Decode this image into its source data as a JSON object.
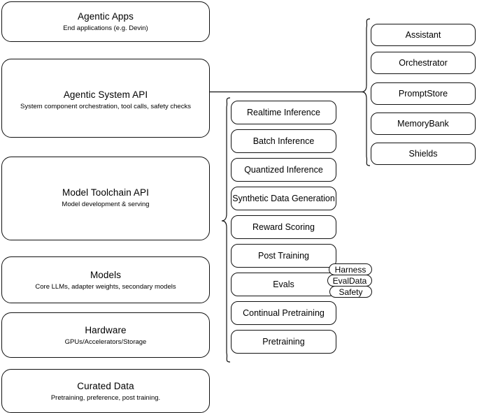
{
  "diagram": {
    "type": "layered-architecture-stack",
    "stroke_color": "#111111",
    "background_color": "#ffffff",
    "layers": [
      {
        "name": "agentic-apps",
        "title": "Agentic Apps",
        "subtitle": "End applications (e.g. Devin)"
      },
      {
        "name": "agentic-system-api",
        "title": "Agentic System API",
        "subtitle": "System component orchestration, tool calls, safety checks"
      },
      {
        "name": "model-toolchain-api",
        "title": "Model Toolchain API",
        "subtitle": "Model development & serving"
      },
      {
        "name": "models",
        "title": "Models",
        "subtitle": "Core LLMs, adapter weights, secondary models"
      },
      {
        "name": "hardware",
        "title": "Hardware",
        "subtitle": "GPUs/Accelerators/Storage"
      },
      {
        "name": "curated-data",
        "title": "Curated Data",
        "subtitle": "Pretraining, preference, post training."
      }
    ],
    "toolchain_components": [
      {
        "label": "Realtime Inference"
      },
      {
        "label": "Batch Inference"
      },
      {
        "label": "Quantized Inference"
      },
      {
        "label": "Synthetic Data Generation"
      },
      {
        "label": "Reward Scoring"
      },
      {
        "label": "Post Training"
      },
      {
        "label": "Evals"
      },
      {
        "label": "Continual Pretraining"
      },
      {
        "label": "Pretraining"
      }
    ],
    "system_components": [
      {
        "label": "Assistant"
      },
      {
        "label": "Orchestrator"
      },
      {
        "label": "PromptStore"
      },
      {
        "label": "MemoryBank"
      },
      {
        "label": "Shields"
      }
    ],
    "eval_badges": [
      {
        "label": "Harness"
      },
      {
        "label": "EvalData"
      },
      {
        "label": "Safety"
      }
    ]
  }
}
